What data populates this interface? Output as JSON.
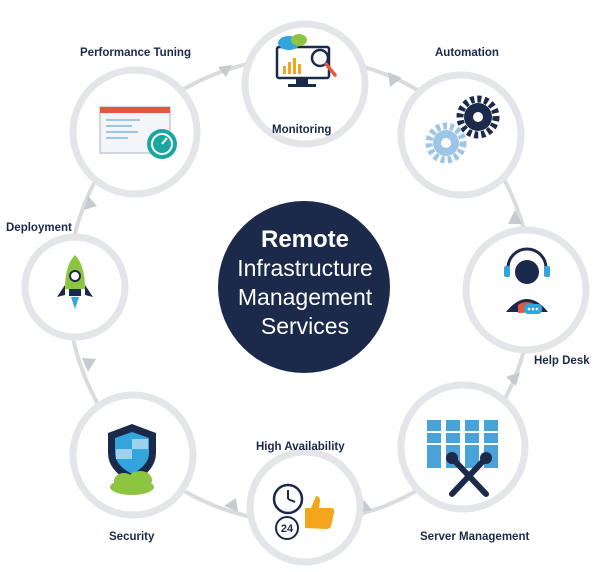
{
  "center": {
    "title": "Remote",
    "line1": "Infrastructure",
    "line2": "Management",
    "line3": "Services"
  },
  "nodes": {
    "monitoring": {
      "label": "Monitoring",
      "icon": "monitor-analytics-icon"
    },
    "automation": {
      "label": "Automation",
      "icon": "gears-icon"
    },
    "help_desk": {
      "label": "Help Desk",
      "icon": "support-agent-icon"
    },
    "server_management": {
      "label": "Server Management",
      "icon": "servers-tools-icon"
    },
    "high_availability": {
      "label": "High Availability",
      "icon": "clock-thumbs-up-icon"
    },
    "security": {
      "label": "Security",
      "icon": "shield-cloud-icon"
    },
    "deployment": {
      "label": "Deployment",
      "icon": "rocket-icon"
    },
    "performance_tuning": {
      "label": "Performance Tuning",
      "icon": "dashboard-gauge-icon"
    }
  },
  "availability_badge": "24",
  "colors": {
    "navy": "#1b2a4a",
    "blue": "#33a4dc",
    "green": "#8cc540",
    "ring": "#d3d6da",
    "orange": "#f3a51d"
  }
}
